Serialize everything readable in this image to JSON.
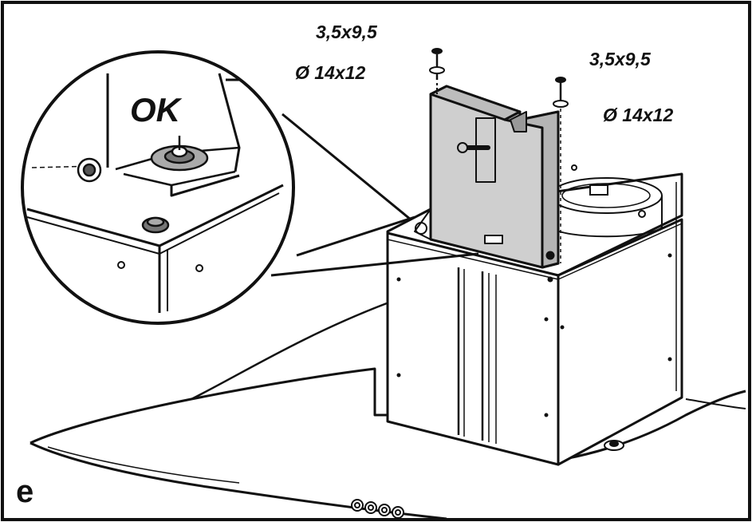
{
  "labels": {
    "ok": "OK",
    "left_screw": "3,5x9,5",
    "left_plug": "Ø 14x12",
    "right_screw": "3,5x9,5",
    "right_plug": "Ø 14x12",
    "step": "e"
  },
  "colors": {
    "line": "#111111",
    "bracket_fill": "#cfcfcf",
    "background": "#ffffff"
  }
}
